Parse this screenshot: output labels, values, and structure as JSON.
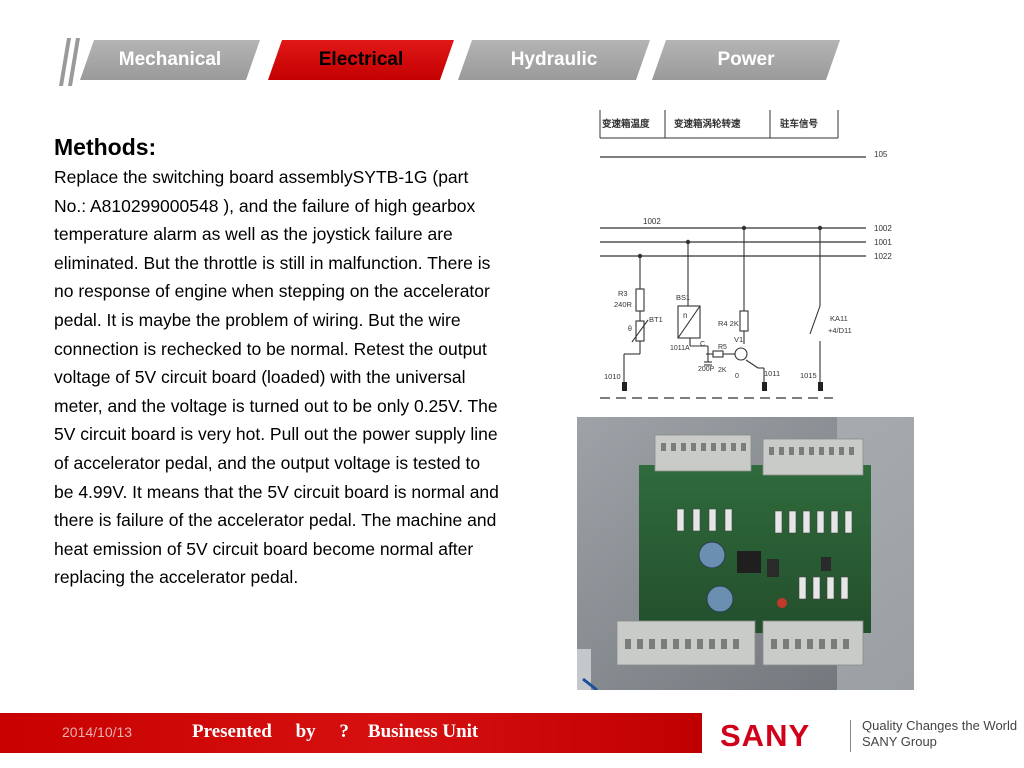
{
  "tabs": [
    {
      "label": "Mechanical",
      "active": false
    },
    {
      "label": "Electrical",
      "active": true
    },
    {
      "label": "Hydraulic",
      "active": false
    },
    {
      "label": "Power",
      "active": false
    }
  ],
  "content": {
    "heading": "Methods:",
    "body": "Replace the switching board assemblySYTB-1G (part No.: A810299000548 ), and the failure of high gearbox temperature alarm as well as the joystick failure are eliminated. But the throttle is still in malfunction. There is no response of engine when stepping on the accelerator pedal. It is maybe the problem of wiring. But the wire connection  is  rechecked to be normal. Retest the output voltage of 5V circuit board (loaded) with the universal meter, and the voltage is turned out to be only 0.25V. The 5V circuit board is very hot. Pull out the power supply line of accelerator pedal, and the output voltage is tested to be 4.99V. It means that the 5V circuit board is normal and there is failure of the accelerator pedal. The machine and heat emission of 5V circuit board become normal after replacing the accelerator pedal."
  },
  "diagram": {
    "header_cells": [
      "变速箱温度",
      "变速箱涡轮转速",
      "驻车信号"
    ],
    "wire_105": "105",
    "wire_1002_top": "1002",
    "wire_1002": "1002",
    "wire_1001": "1001",
    "wire_1022": "1022",
    "r3": "R3",
    "r3_val": "240R",
    "bt1": "BT1",
    "bs1": "BS1",
    "bs1_n": "n",
    "r4": "R4 2K",
    "v1": "V1",
    "c": "C",
    "c_val": "200P",
    "r5": "R5",
    "r5_val": "2K",
    "n1011a": "1011A",
    "zero": "0",
    "ka11": "KA11",
    "ka11_sub": "+4/D11",
    "t1010": "1010",
    "t1011": "1011",
    "t1015": "1015"
  },
  "footer": {
    "date": "2014/10/13",
    "presented": "Presented     by     ?    Business Unit",
    "logo": "SANY",
    "tagline_1": "Quality Changes the World",
    "tagline_2": "SANY Group"
  }
}
